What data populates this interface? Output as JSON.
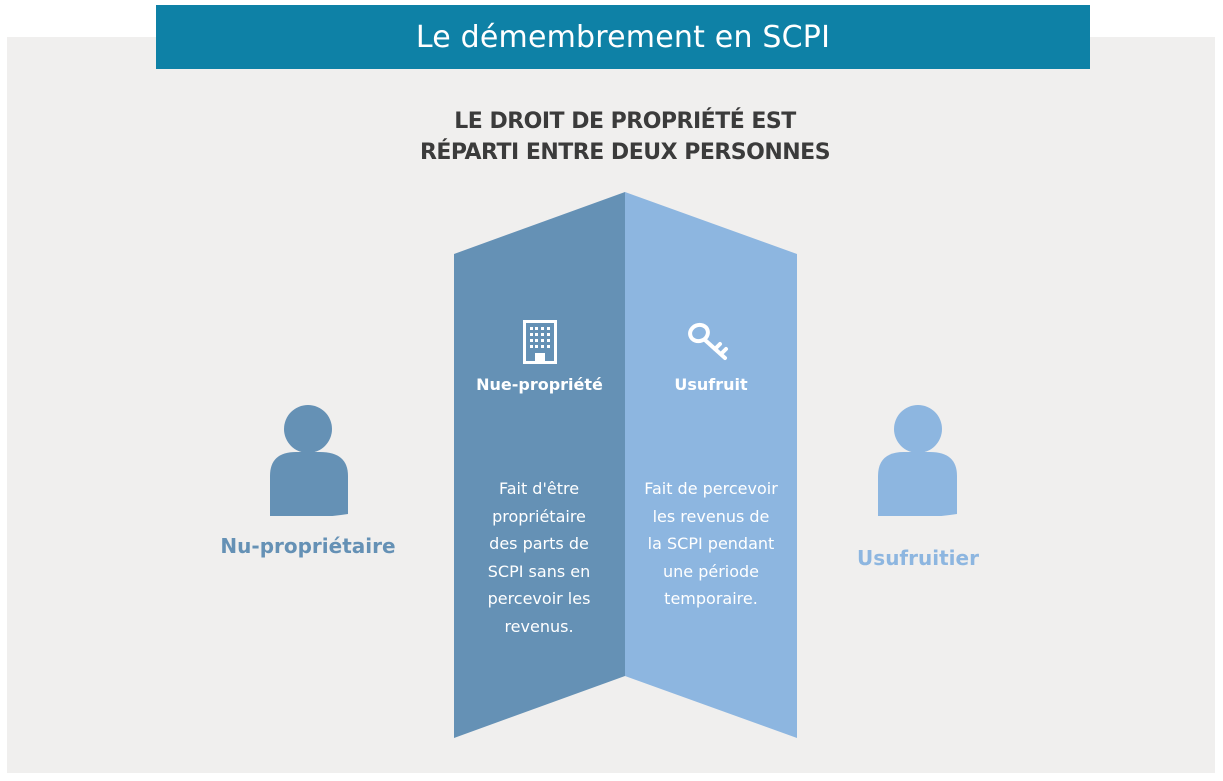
{
  "header": {
    "title": "Le démembrement en SCPI"
  },
  "subtitle": {
    "line1": "LE DROIT DE PROPRIÉTÉ EST",
    "line2": "RÉPARTI ENTRE DEUX PERSONNES"
  },
  "colors": {
    "title_bar": "#0e81a6",
    "background": "#f0efee",
    "dark_blue": "#6591b5",
    "light_blue": "#8db6e0",
    "subtitle_text": "#3b3b3b"
  },
  "columns": [
    {
      "icon": "building-icon",
      "title": "Nue-propriété",
      "lines": [
        "Fait d'être",
        "propriétaire",
        "des parts de",
        "SCPI sans en",
        "percevoir les",
        "revenus."
      ]
    },
    {
      "icon": "key-icon",
      "title": "Usufruit",
      "lines": [
        "Fait de percevoir",
        "les revenus de",
        "la SCPI pendant",
        "une période",
        "temporaire."
      ]
    }
  ],
  "persons": [
    {
      "icon": "person-icon",
      "label": "Nu-propriétaire"
    },
    {
      "icon": "person-icon",
      "label": "Usufruitier"
    }
  ]
}
